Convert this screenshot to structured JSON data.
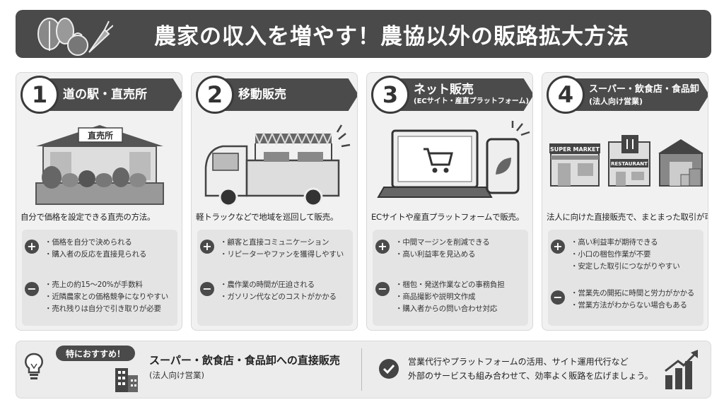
{
  "title": "農家の収入を増やす！農協以外の販路拡大方法",
  "cards": [
    {
      "number": "1",
      "title": "道の駅・直売所",
      "subtitle": "",
      "illustration_sign": "直売所",
      "description": "自分で価格を設定できる直売の方法。",
      "pros": [
        "価格を自分で決められる",
        "購入者の反応を直接見られる"
      ],
      "cons": [
        "売上の約15〜20%が手数料",
        "近隣農家との価格競争になりやすい",
        "売れ残りは自分で引き取りが必要"
      ]
    },
    {
      "number": "2",
      "title": "移動販売",
      "subtitle": "",
      "description": "軽トラックなどで地域を巡回して販売。",
      "pros": [
        "顧客と直接コミュニケーション",
        "リピーターやファンを獲得しやすい"
      ],
      "cons": [
        "農作業の時間が圧迫される",
        "ガソリン代などのコストがかかる"
      ]
    },
    {
      "number": "3",
      "title": "ネット販売",
      "subtitle": "(ECサイト・産直プラットフォーム)",
      "description": "ECサイトや産直プラットフォームで販売。",
      "pros": [
        "中間マージンを削減できる",
        "高い利益率を見込める"
      ],
      "cons": [
        "梱包・発送作業などの事務負担",
        "商品撮影や説明文作成",
        "購入者からの問い合わせ対応"
      ]
    },
    {
      "number": "4",
      "title": "スーパー・飲食店・食品卸",
      "subtitle": "(法人向け営業)",
      "illustration_labels": [
        "SUPER MARKET",
        "RESTAURANT"
      ],
      "description": "法人に向けた直接販売で、まとまった取引が可能。",
      "pros": [
        "高い利益率が期待できる",
        "小口の梱包作業が不要",
        "安定した取引につながりやすい"
      ],
      "cons": [
        "営業先の開拓に時間と労力がかかる",
        "営業方法がわからない場合もある"
      ]
    }
  ],
  "symbols": {
    "plus": "+",
    "minus": "−"
  },
  "bottom": {
    "badge": "特におすすめ！",
    "recommend_title": "スーパー・飲食店・食品卸への直接販売",
    "recommend_sub": "(法人向け営業)",
    "note_lines": [
      "営業代行やプラットフォームの活用、サイト運用代行など",
      "外部のサービスも組み合わせて、効率よく販路を広げましょう。"
    ]
  },
  "colors": {
    "dark": "#4a4a4a",
    "panel": "#e4e4e4",
    "card": "#f1f1f1"
  }
}
